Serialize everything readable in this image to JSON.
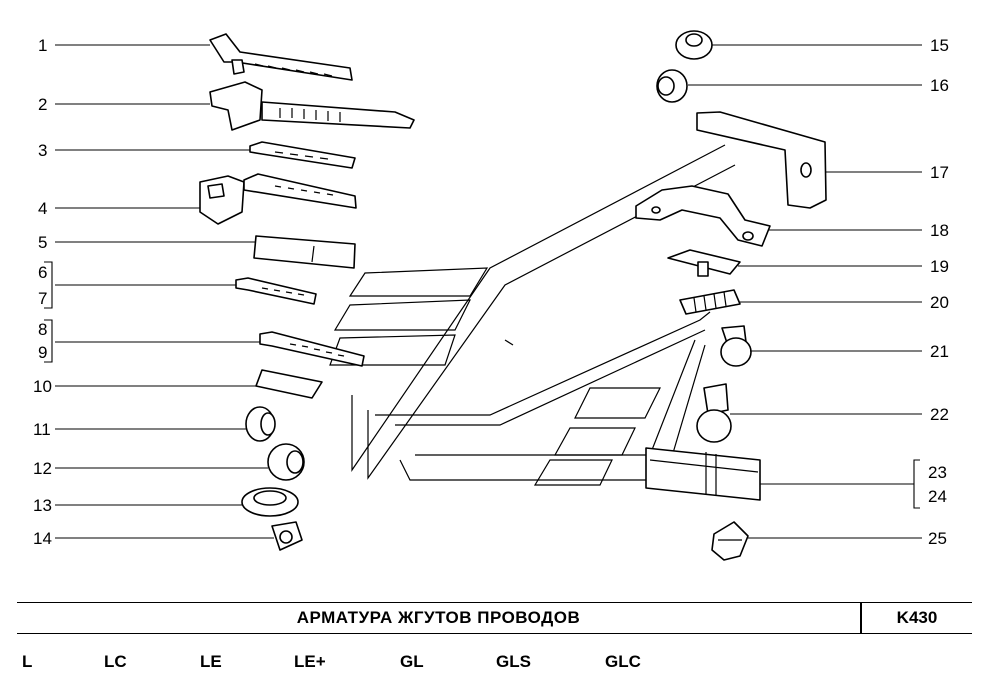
{
  "title": "АРМАТУРА  ЖГУТОВ  ПРОВОДОВ",
  "page_code": "K430",
  "variants": [
    "L",
    "LC",
    "LE",
    "LE+",
    "GL",
    "GLS",
    "GLC"
  ],
  "callouts_left": [
    "1",
    "2",
    "3",
    "4",
    "5",
    "6",
    "7",
    "8",
    "9",
    "10",
    "11",
    "12",
    "13",
    "14"
  ],
  "callouts_right": [
    "15",
    "16",
    "17",
    "18",
    "19",
    "20",
    "21",
    "22",
    "23",
    "24",
    "25"
  ]
}
